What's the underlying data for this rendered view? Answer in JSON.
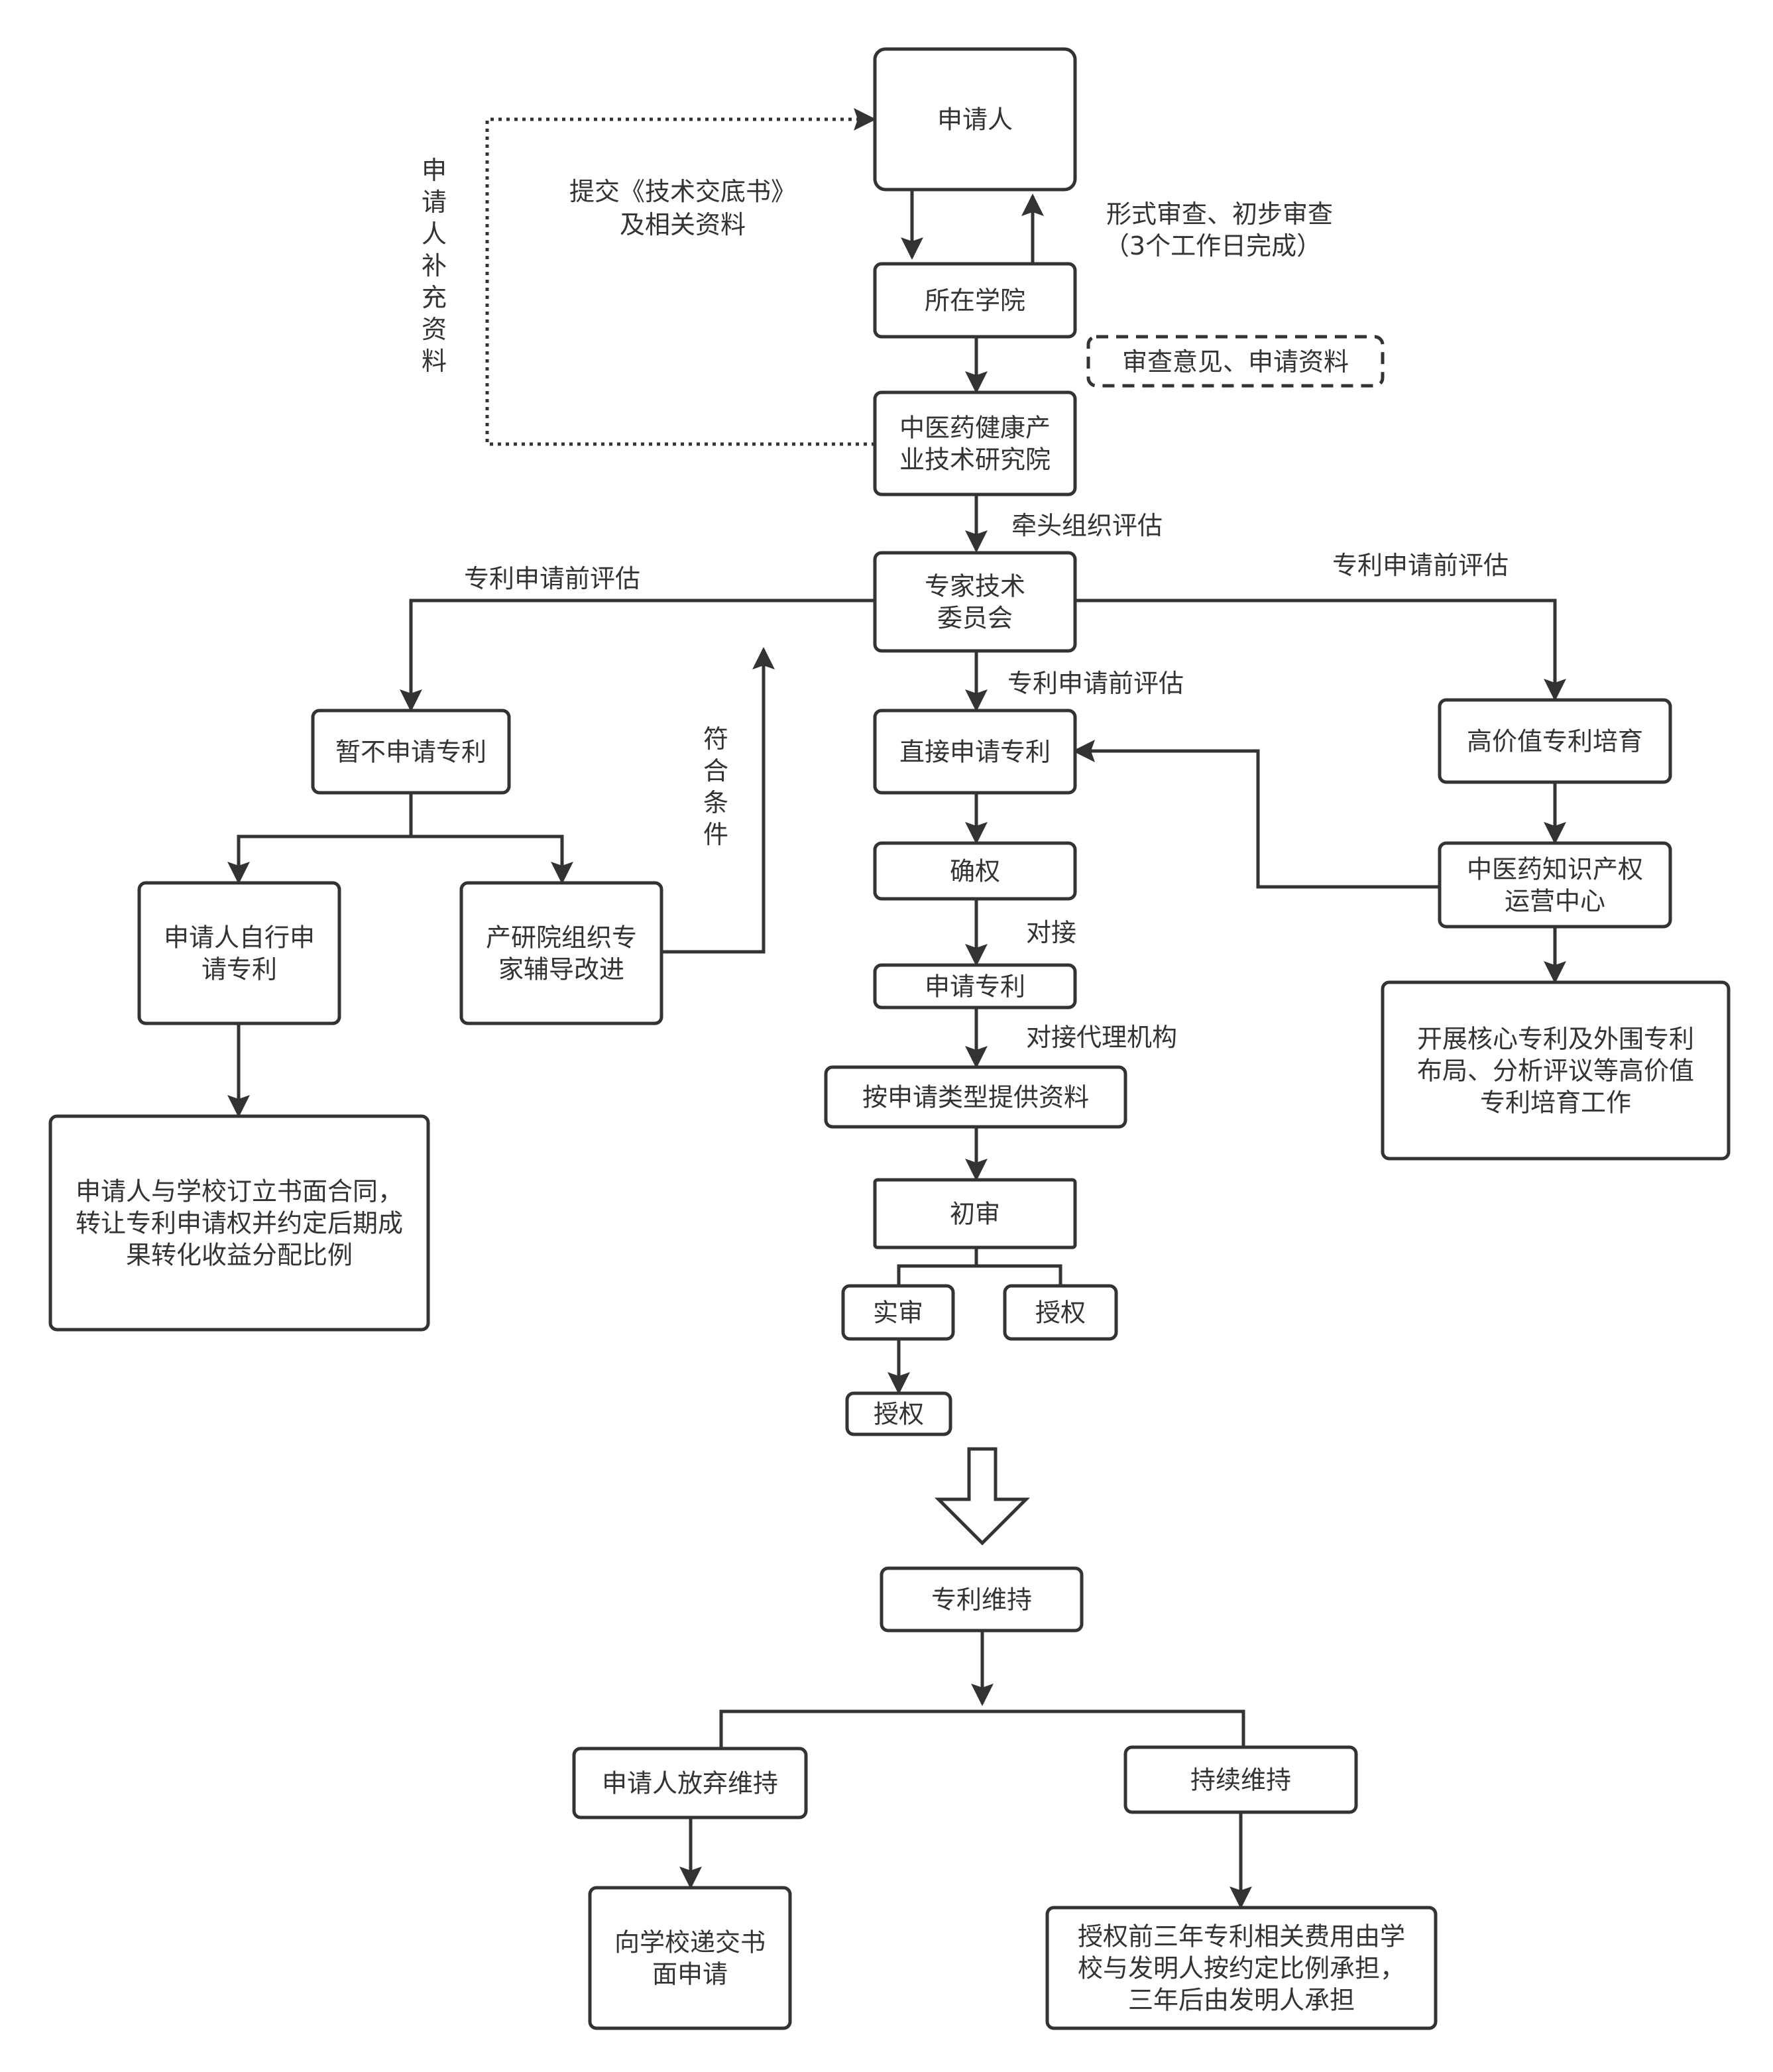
{
  "nodes": {
    "applicant": [
      "申请人"
    ],
    "college": [
      "所在学院"
    ],
    "institute": [
      "中医药健康产",
      "业技术研究院"
    ],
    "committee": [
      "专家技术",
      "委员会"
    ],
    "no_apply": [
      "暂不申请专利"
    ],
    "direct_apply": [
      "直接申请专利"
    ],
    "high_value": [
      "高价值专利培育"
    ],
    "self_apply": [
      "申请人自行申",
      "请专利"
    ],
    "guidance": [
      "产研院组织专",
      "家辅导改进"
    ],
    "contract": [
      "申请人与学校订立书面合同，",
      "转让专利申请权并约定后期成",
      "果转化收益分配比例"
    ],
    "confirm": [
      "确权"
    ],
    "patent_apply": [
      "申请专利"
    ],
    "provide_docs": [
      "按申请类型提供资料"
    ],
    "first_exam": [
      "初审"
    ],
    "substantive": [
      "实审"
    ],
    "grant_right": [
      "授权"
    ],
    "grant_left": [
      "授权"
    ],
    "ip_center": [
      "中医药知识产权",
      "运营中心"
    ],
    "core_patent": [
      "开展核心专利及外围专利",
      "布局、分析评议等高价值",
      "专利培育工作"
    ],
    "maintain": [
      "专利维持"
    ],
    "give_up": [
      "申请人放弃维持"
    ],
    "continue": [
      "持续维持"
    ],
    "written_req": [
      "向学校递交书",
      "面申请"
    ],
    "cost_share": [
      "授权前三年专利相关费用由学",
      "校与发明人按约定比例承担，",
      "三年后由发明人承担"
    ],
    "review_opinion": [
      "审查意见、申请资料"
    ]
  },
  "labels": {
    "submit": [
      "提交《技术交底书》",
      "及相关资料"
    ],
    "formal_review": [
      "形式审查、初步审查",
      "（3个工作日完成）"
    ],
    "supplement": "申请人补充资料",
    "lead_eval": "牵头组织评估",
    "pre_eval_left": "专利申请前评估",
    "pre_eval_right": "专利申请前评估",
    "pre_eval_center": "专利申请前评估",
    "qualified": "符合条件",
    "dock": "对接",
    "dock_agency": "对接代理机构"
  }
}
